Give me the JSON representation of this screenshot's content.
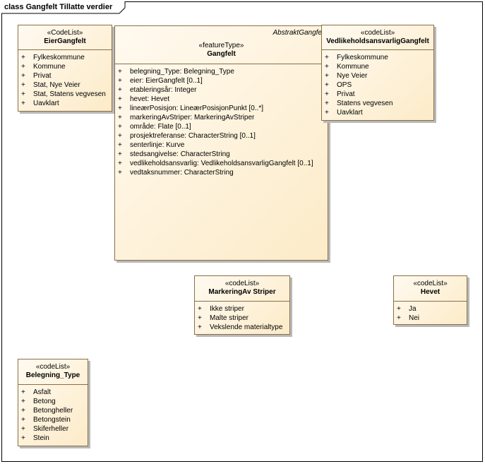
{
  "diagram": {
    "title": "class Gangfelt Tillatte verdier"
  },
  "classes": {
    "eier_gangfelt": {
      "stereotype": "«CodeList»",
      "name": "EierGangfelt",
      "items": [
        {
          "vis": "+",
          "text": "Fylkeskommune"
        },
        {
          "vis": "+",
          "text": "Kommune"
        },
        {
          "vis": "+",
          "text": "Privat"
        },
        {
          "vis": "+",
          "text": "Stat, Nye Veier"
        },
        {
          "vis": "+",
          "text": "Stat, Statens vegvesen"
        },
        {
          "vis": "+",
          "text": "Uavklart"
        }
      ]
    },
    "gangfelt": {
      "abstract_label": "AbstraktGangfe",
      "stereotype": "«featureType»",
      "name": "Gangfelt",
      "items": [
        {
          "vis": "+",
          "text": "belegning_Type: Belegning_Type"
        },
        {
          "vis": "+",
          "text": "eier: EierGangfelt [0..1]"
        },
        {
          "vis": "+",
          "text": "etableringsår: Integer"
        },
        {
          "vis": "+",
          "text": "hevet: Hevet"
        },
        {
          "vis": "+",
          "text": "lineærPosisjon: LineærPosisjonPunkt [0..*]"
        },
        {
          "vis": "+",
          "text": "markeringAvStriper: MarkeringAvStriper"
        },
        {
          "vis": "+",
          "text": "område: Flate [0..1]"
        },
        {
          "vis": "+",
          "text": "prosjektreferanse: CharacterString [0..1]"
        },
        {
          "vis": "+",
          "text": "senterlinje: Kurve"
        },
        {
          "vis": "+",
          "text": "stedsangivelse: CharacterString"
        },
        {
          "vis": "+",
          "text": "vedlikeholdsansvarlig: VedlikeholdsansvarligGangfelt [0..1]"
        },
        {
          "vis": "+",
          "text": "vedtaksnummer: CharacterString"
        }
      ]
    },
    "vedlikeholdsansvarlig_gangfelt": {
      "stereotype": "«codeList»",
      "name": "VedlikeholdsansvarligGangfelt",
      "items": [
        {
          "vis": "+",
          "text": "Fylkeskommune"
        },
        {
          "vis": "+",
          "text": "Kommune"
        },
        {
          "vis": "+",
          "text": "Nye Veier"
        },
        {
          "vis": "+",
          "text": "OPS"
        },
        {
          "vis": "+",
          "text": "Privat"
        },
        {
          "vis": "+",
          "text": "Statens vegvesen"
        },
        {
          "vis": "+",
          "text": "Uavklart"
        }
      ]
    },
    "markering_av_striper": {
      "stereotype": "«codeList»",
      "name": "MarkeringAv Striper",
      "items": [
        {
          "vis": "+",
          "text": "Ikke striper"
        },
        {
          "vis": "+",
          "text": "Malte striper"
        },
        {
          "vis": "+",
          "text": "Vekslende materialtype"
        }
      ]
    },
    "hevet": {
      "stereotype": "«codeList»",
      "name": "Hevet",
      "items": [
        {
          "vis": "+",
          "text": "Ja"
        },
        {
          "vis": "+",
          "text": "Nei"
        }
      ]
    },
    "belegning_type": {
      "stereotype": "«codeList»",
      "name": "Belegning_Type",
      "items": [
        {
          "vis": "+",
          "text": "Asfalt"
        },
        {
          "vis": "+",
          "text": "Betong"
        },
        {
          "vis": "+",
          "text": "Betongheller"
        },
        {
          "vis": "+",
          "text": "Betongstein"
        },
        {
          "vis": "+",
          "text": "Skiferheller"
        },
        {
          "vis": "+",
          "text": "Stein"
        }
      ]
    }
  }
}
